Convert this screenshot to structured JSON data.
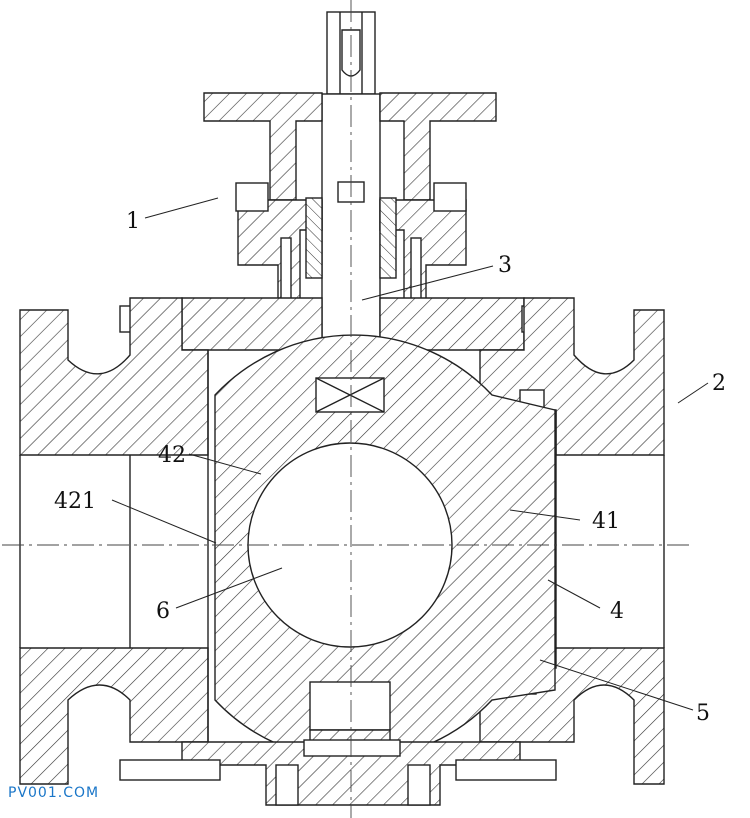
{
  "labels": {
    "l1": "1",
    "l2": "2",
    "l3": "3",
    "l4": "4",
    "l5": "5",
    "l6": "6",
    "l41": "41",
    "l42": "42",
    "l421": "421"
  },
  "watermark": "PV001.COM"
}
